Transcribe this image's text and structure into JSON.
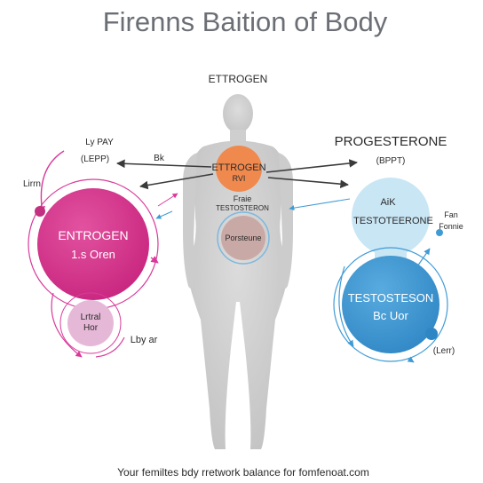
{
  "title": "Firenns Baition of Body",
  "top_label": "ETTROGEN",
  "chest": {
    "line1": "ETTROGEN",
    "line2": "RVI"
  },
  "chest_small": {
    "line1": "Fraie",
    "line2": "TESTOSTERON"
  },
  "pelvis": {
    "line1": "Porsteune"
  },
  "left_top": {
    "line1": "Ly PAY",
    "line2": "(LEPP)"
  },
  "left_arrow_label": "Bk",
  "left_side_label": "Lirrn",
  "left_circle": {
    "line1": "ENTROGEN",
    "line2": "1.s Oren"
  },
  "left_small_circle": {
    "line1": "Lrtral",
    "line2": "Hor"
  },
  "left_bottom_label": "Lby ar",
  "right_heading": "PROGESTERONE",
  "right_sub": "(BPPT)",
  "right_top_circle": {
    "line1": "AiK",
    "line2": "TESTOTEERONE"
  },
  "right_side_label": {
    "line1": "Fan",
    "line2": "Fonnie"
  },
  "right_big_circle": {
    "line1": "TESTOSTESON",
    "line2": "Bc Uor"
  },
  "right_bottom_label": "(Lerr)",
  "footer": "Your femiltes bdy rretwork balance for fomfenoat.com",
  "colors": {
    "magenta": "#d93a9a",
    "magenta_light": "#e6b8d8",
    "orange": "#f0894e",
    "blue": "#3f9bd6",
    "blue_light": "#c9e6f5",
    "body": "#d2d2d2",
    "pelvis": "#c9a9a6"
  }
}
